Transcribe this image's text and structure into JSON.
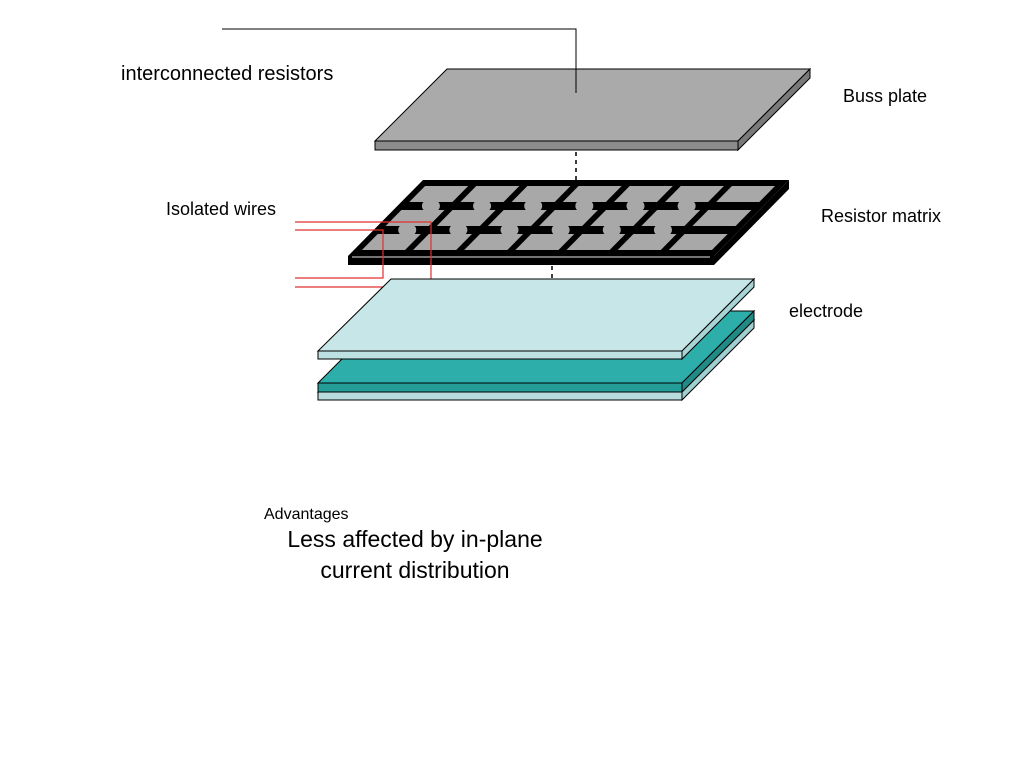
{
  "labels": {
    "top_label": "interconnected resistors",
    "buss_plate": "Buss plate",
    "resistor_matrix": "Resistor matrix",
    "isolated_wires": "Isolated wires",
    "electrode": "electrode"
  },
  "advantages": {
    "heading": "Advantages",
    "line1": "Less affected by in-plane",
    "line2": "current distribution"
  },
  "colors": {
    "buss_plate": "#aaaaaa",
    "matrix_frame": "#000000",
    "matrix_cell": "#a8a8a8",
    "wire": "#e03030",
    "electrode_light": "#c6e6e8",
    "electrode_dark": "#2eaeaa"
  }
}
